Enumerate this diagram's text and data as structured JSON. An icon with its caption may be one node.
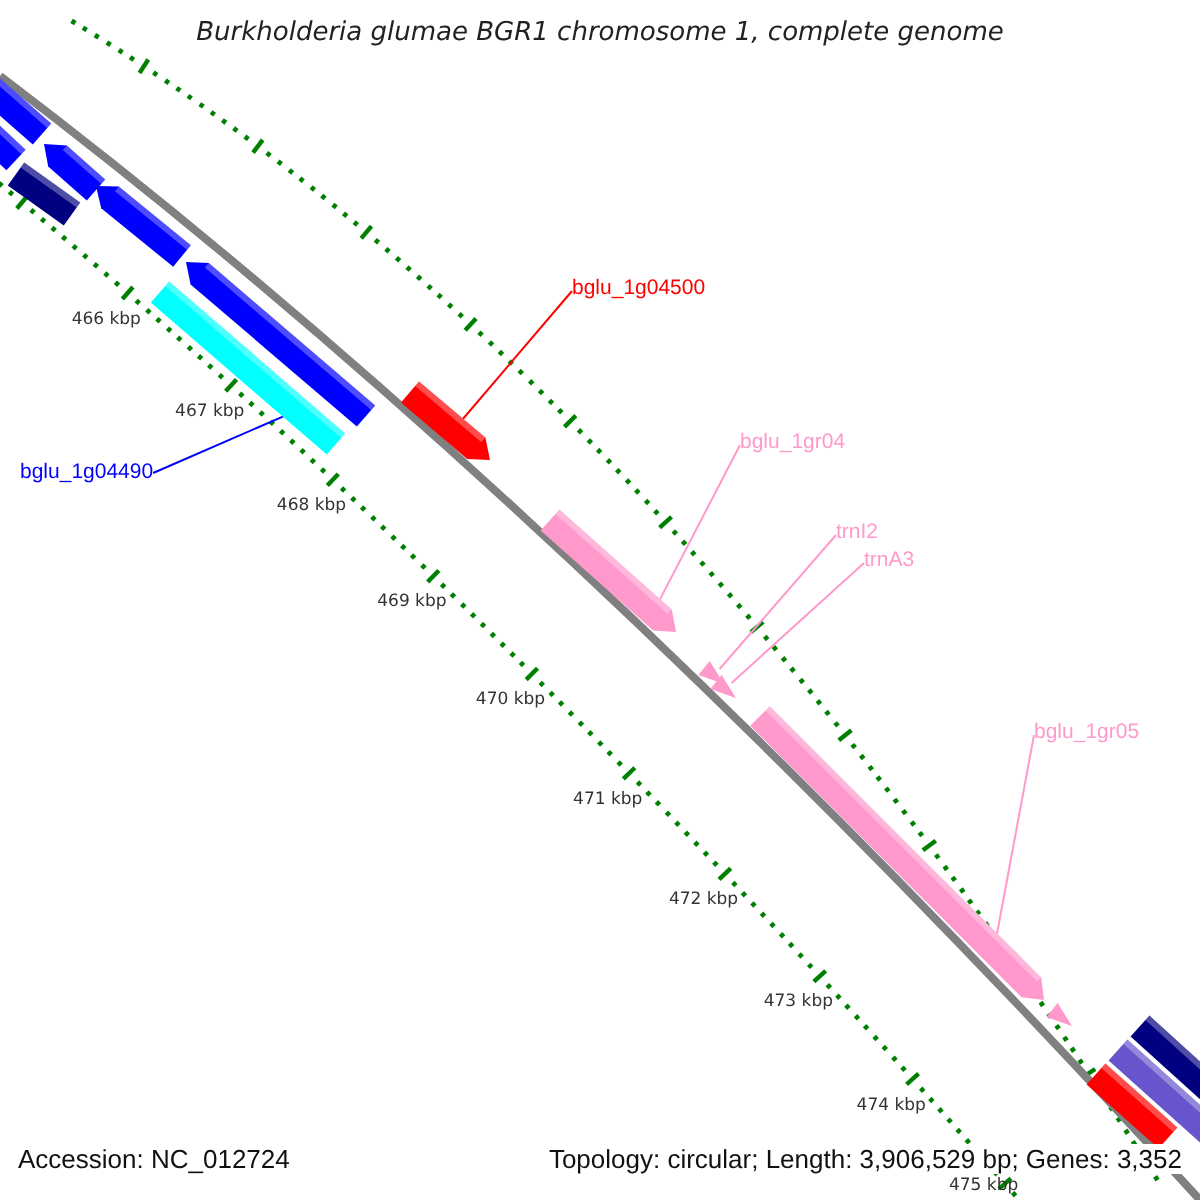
{
  "diagram": {
    "title": "Burkholderia glumae BGR1 chromosome 1, complete genome",
    "nodes": [
      {
        "text": [
          "bglu_1g04500"
        ]
      },
      {
        "text": [
          "bglu_1gr04"
        ]
      },
      {
        "text": [
          "bglu_1g04490"
        ]
      },
      {
        "text": [
          "trnI2"
        ]
      },
      {
        "text": [
          "trnA3"
        ]
      },
      {
        "text": [
          "bglu_1gr05"
        ]
      },
      {
        "text": [],
        "shape": "bar"
      },
      {
        "text": [],
        "shape": "bar"
      },
      {
        "text": [],
        "shape": "bar"
      },
      {
        "text": [],
        "shape": "bar"
      },
      {
        "text": [],
        "shape": "bar"
      },
      {
        "text": [],
        "shape": "bar"
      },
      {
        "text": [],
        "shape": "bar"
      },
      {
        "text": [],
        "shape": "bar"
      },
      {
        "text": [],
        "shape": "bar"
      },
      {
        "text": [],
        "shape": "bar"
      },
      {
        "text": [],
        "shape": "bar"
      },
      {
        "text": [],
        "shape": "bar"
      },
      {
        "text": [],
        "shape": "bar"
      },
      {
        "text": [],
        "shape": "bar"
      },
      {
        "text": [],
        "shape": "bar"
      },
      {
        "text": [],
        "shape": "bar"
      }
    ],
    "edges": [
      {
        "from": 0,
        "to": 13,
        "arrow": "none",
        "color": "#ff0000"
      },
      {
        "from": 1,
        "to": 14,
        "arrow": "none"
      },
      {
        "from": 2,
        "to": 11,
        "arrow": "none",
        "color": "#0000ff"
      },
      {
        "from": 3,
        "to": 15,
        "arrow": "none"
      },
      {
        "from": 4,
        "to": 16,
        "arrow": "none"
      },
      {
        "from": 5,
        "to": 17,
        "arrow": "none"
      }
    ],
    "labels": [
      "466 kbp",
      "467 kbp",
      "468 kbp",
      "469 kbp",
      "470 kbp",
      "471 kbp",
      "472 kbp",
      "473 kbp",
      "474 kbp",
      "475 kbp",
      "Accession: NC_012724",
      "Topology: circular; Length: 3,906,529 bp; Genes: 3,352"
    ]
  }
}
